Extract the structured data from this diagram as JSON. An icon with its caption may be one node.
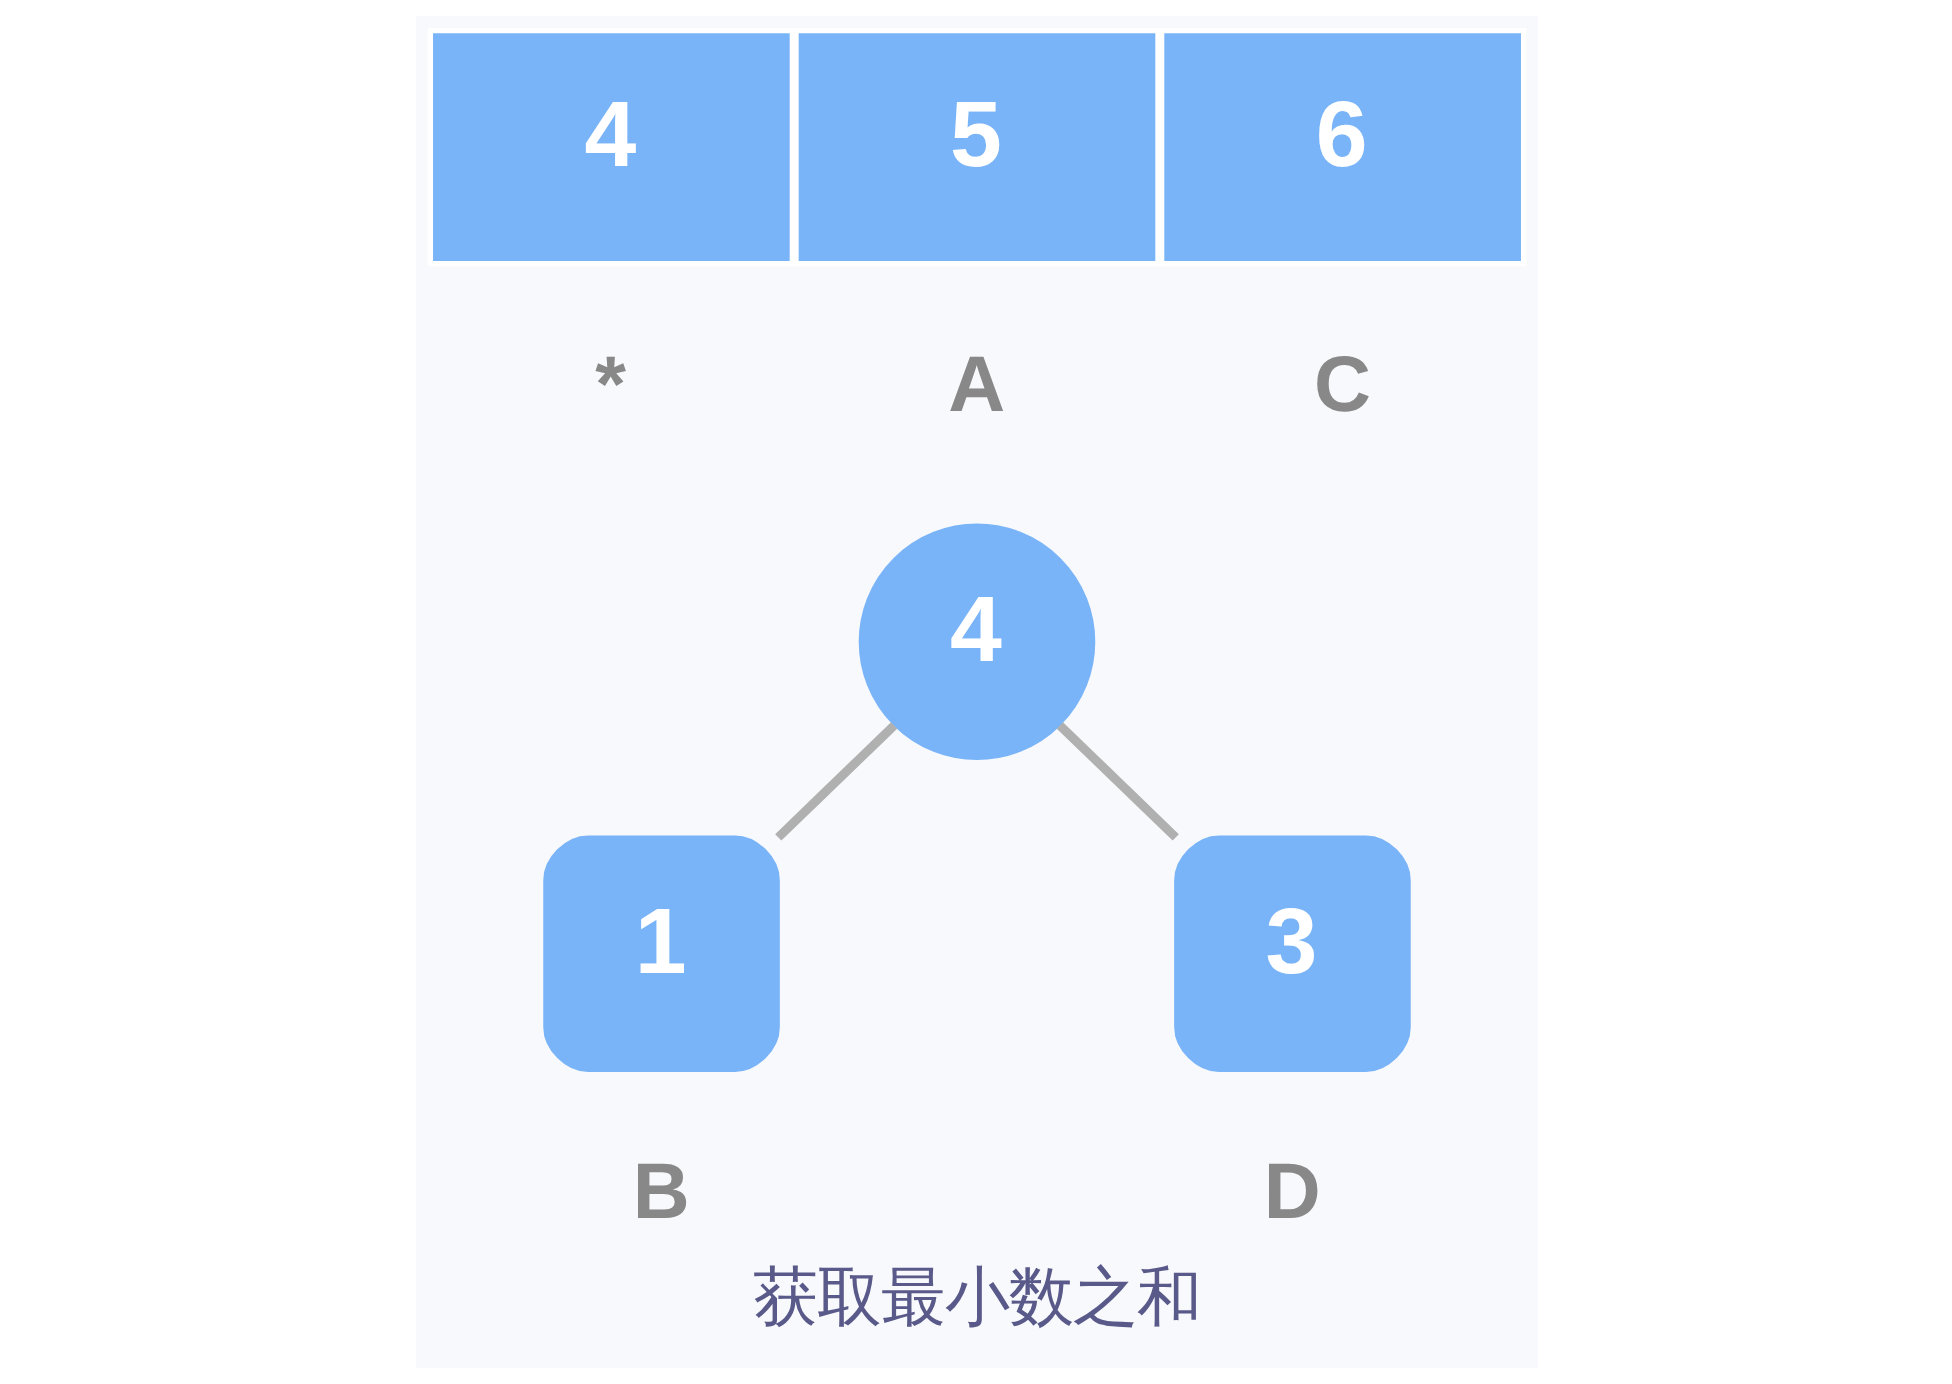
{
  "diagram": {
    "caption": "获取最小数之和",
    "nodes": [
      {
        "text": [
          "4"
        ],
        "beside": [
          "*"
        ]
      },
      {
        "text": [
          "5"
        ],
        "beside": [
          "A"
        ]
      },
      {
        "text": [
          "6"
        ],
        "beside": [
          "C"
        ]
      },
      {
        "text": [
          "4"
        ]
      },
      {
        "text": [
          "1"
        ],
        "beside": [
          "B"
        ]
      },
      {
        "text": [
          "3"
        ],
        "beside": [
          "D"
        ]
      }
    ],
    "edges": [
      {
        "from": 3,
        "to": 4,
        "arrow": "none"
      },
      {
        "from": 3,
        "to": 5,
        "arrow": "none"
      }
    ]
  }
}
